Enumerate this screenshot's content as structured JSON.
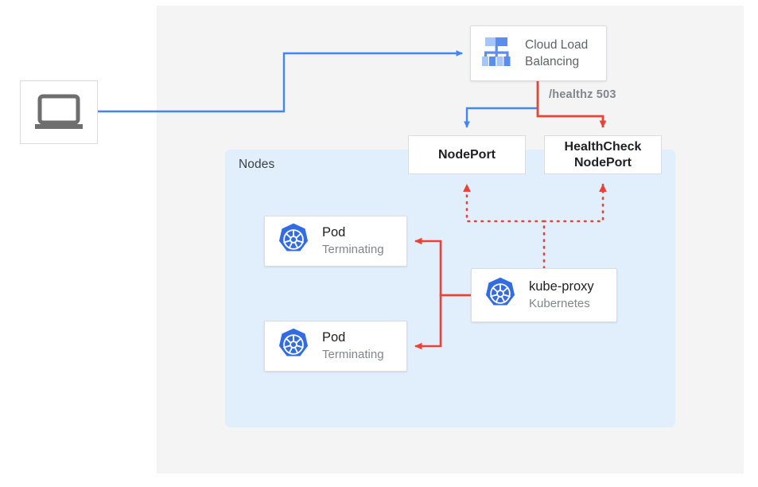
{
  "diagram": {
    "outer_region": {
      "name": "gcp-region"
    },
    "nodes_region": {
      "label": "Nodes"
    },
    "client": {
      "icon": "laptop-icon"
    },
    "load_balancer": {
      "label": "Cloud Load\nBalancing",
      "icon": "cloud-load-balancing-icon"
    },
    "healthz_annotation": "/healthz 503",
    "nodeport": {
      "label": "NodePort"
    },
    "healthcheck_nodeport": {
      "label": "HealthCheck\nNodePort"
    },
    "pods": [
      {
        "title": "Pod",
        "subtitle": "Terminating",
        "icon": "kubernetes-icon"
      },
      {
        "title": "Pod",
        "subtitle": "Terminating",
        "icon": "kubernetes-icon"
      }
    ],
    "kube_proxy": {
      "title": "kube-proxy",
      "subtitle": "Kubernetes",
      "icon": "kubernetes-icon"
    },
    "colors": {
      "blue_flow": "#4285f4",
      "red_flow": "#ea4335",
      "nodes_background": "#e1effc",
      "outer_background": "#f4f4f4",
      "box_border": "#dadce0",
      "kubernetes_blue": "#326ce5",
      "text_primary": "#202124",
      "text_secondary": "#5f6368",
      "text_muted": "#80868b"
    }
  }
}
